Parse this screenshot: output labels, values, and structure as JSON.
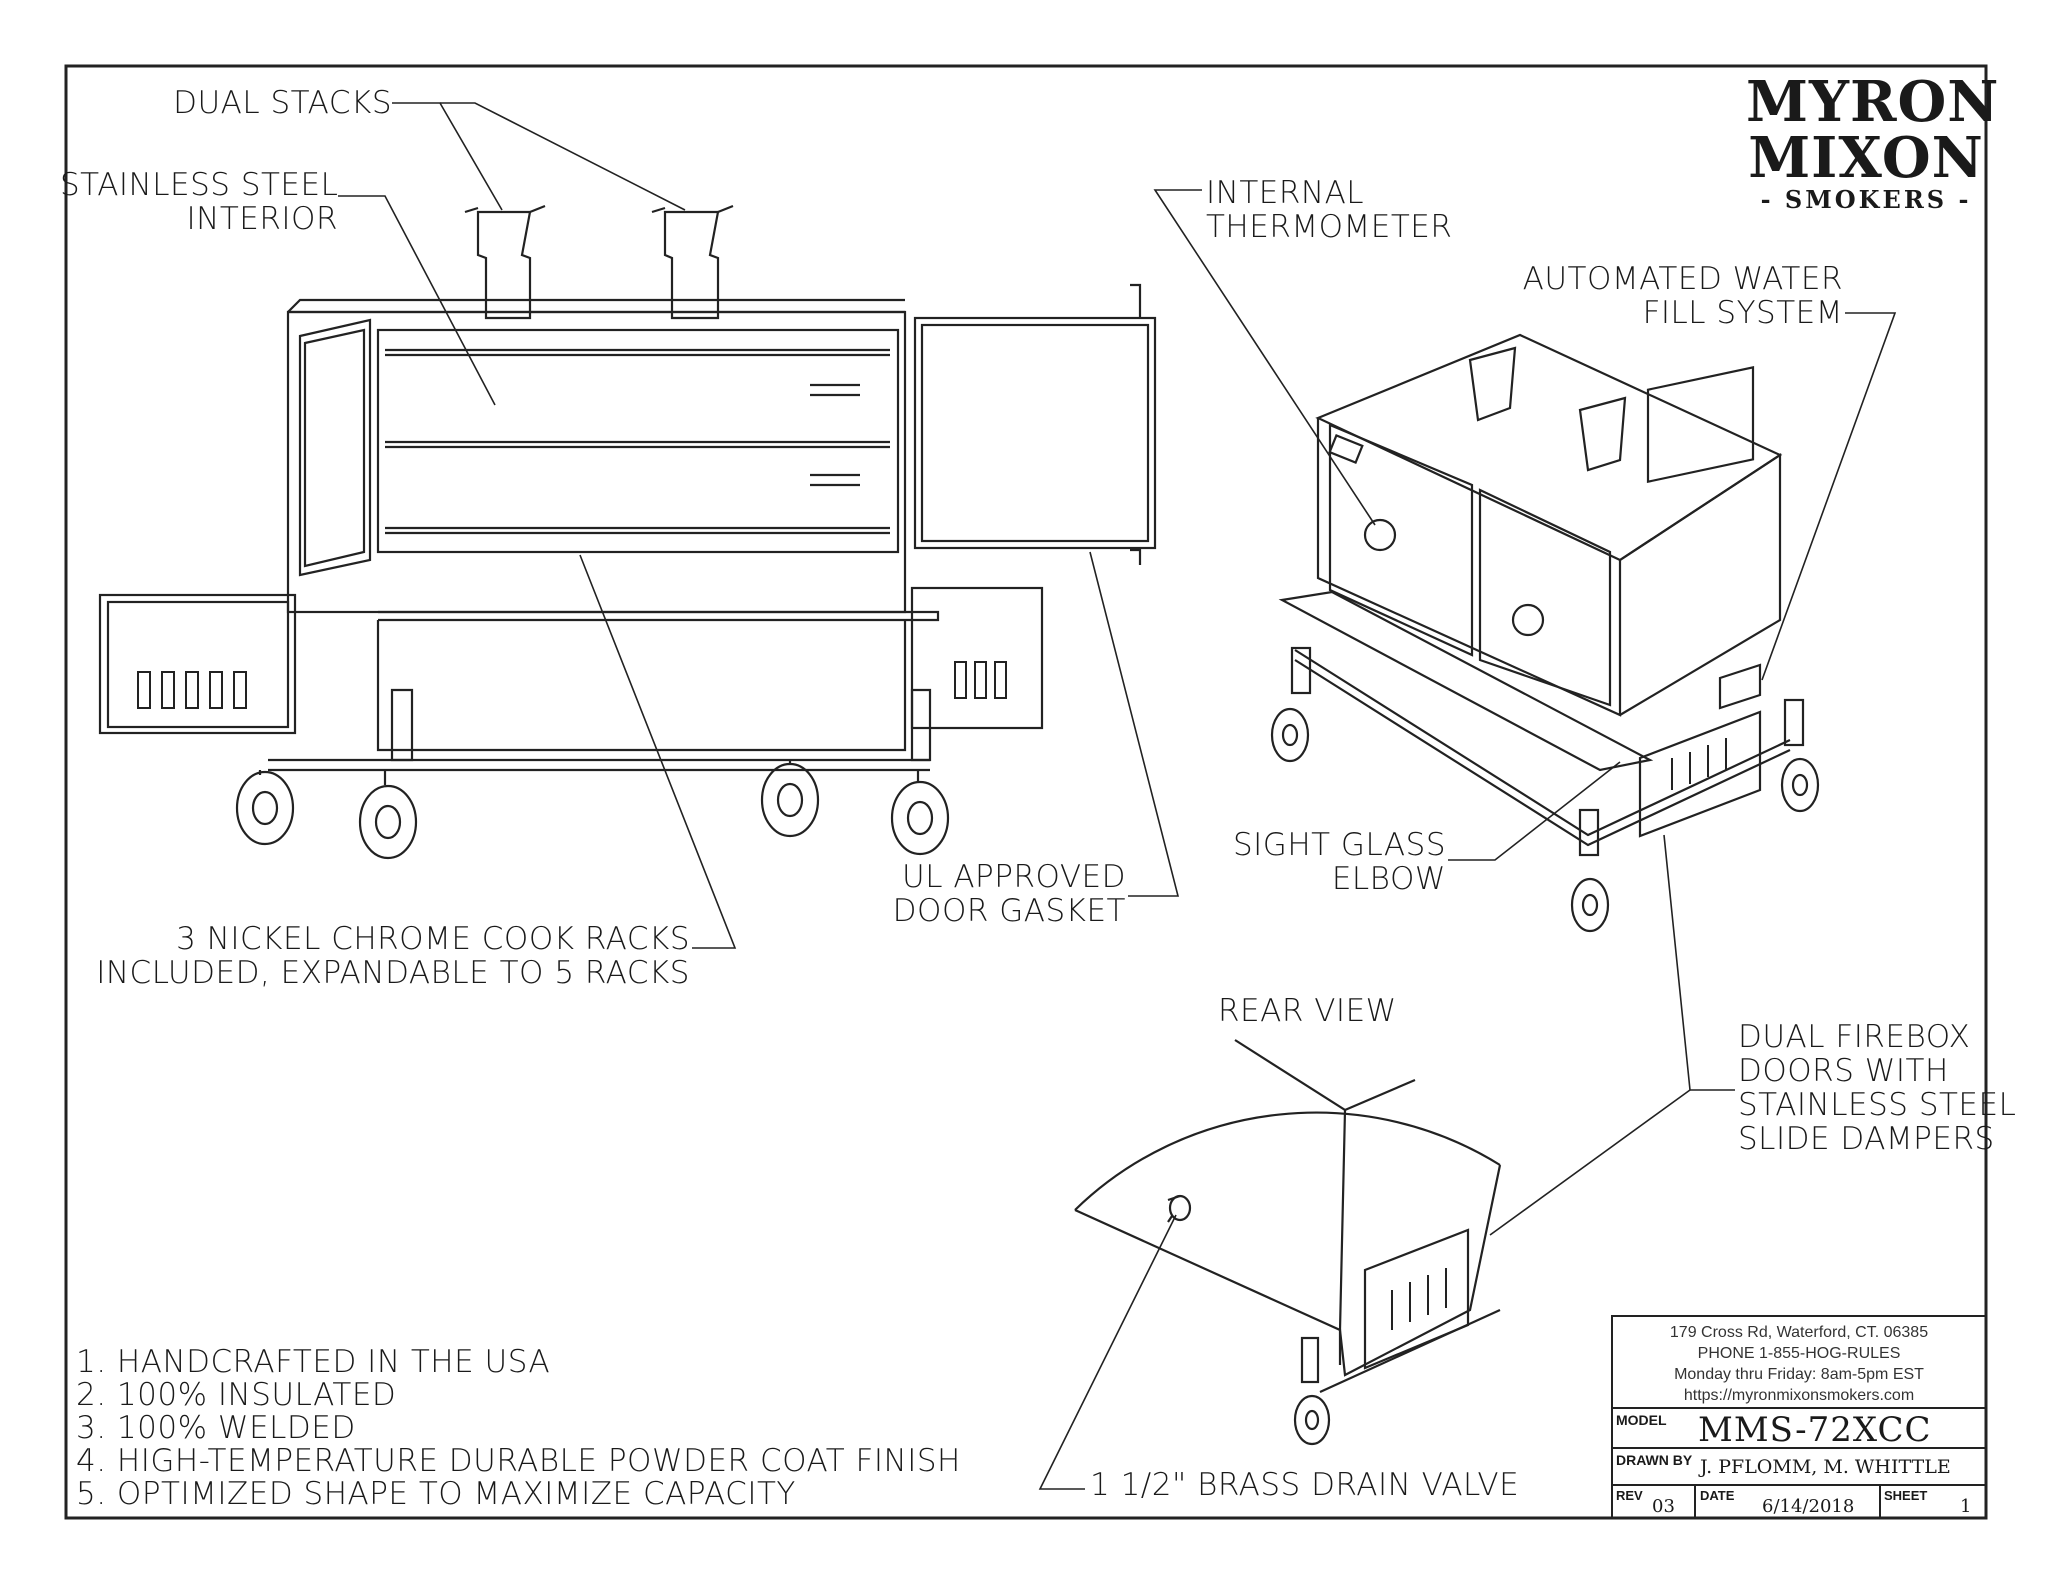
{
  "brand": {
    "line1": "MYRON",
    "line2": "MIXON",
    "line3": "- SMOKERS -"
  },
  "callouts": {
    "dual_stacks": "DUAL STACKS",
    "stainless_1": "STAINLESS STEEL",
    "stainless_2": "INTERIOR",
    "internal_thermo_1": "INTERNAL",
    "internal_thermo_2": "THERMOMETER",
    "water_fill_1": "AUTOMATED WATER",
    "water_fill_2": "FILL SYSTEM",
    "sight_glass_1": "SIGHT GLASS",
    "sight_glass_2": "ELBOW",
    "gasket_1": "UL APPROVED",
    "gasket_2": "DOOR GASKET",
    "racks_1": "3 NICKEL CHROME COOK RACKS",
    "racks_2": "INCLUDED, EXPANDABLE TO 5 RACKS",
    "rear_view": "REAR VIEW",
    "firebox_1": "DUAL FIREBOX",
    "firebox_2": "DOORS WITH",
    "firebox_3": "STAINLESS STEEL",
    "firebox_4": "SLIDE DAMPERS",
    "drain_valve": "1 1/2\" BRASS DRAIN VALVE"
  },
  "features": [
    "1. HANDCRAFTED IN THE USA",
    "2. 100% INSULATED",
    "3. 100% WELDED",
    "4. HIGH-TEMPERATURE DURABLE POWDER COAT FINISH",
    "5. OPTIMIZED SHAPE TO MAXIMIZE CAPACITY"
  ],
  "title_block": {
    "address": "179 Cross Rd, Waterford, CT. 06385",
    "phone": "PHONE 1-855-HOG-RULES",
    "hours": "Monday thru Friday: 8am-5pm EST",
    "website": "https://myronmixonsmokers.com",
    "model_label": "MODEL",
    "model": "MMS-72XCC",
    "drawn_by_label": "DRAWN BY",
    "drawn_by": "J. PFLOMM, M. WHITTLE",
    "rev_label": "REV",
    "rev": "03",
    "date_label": "DATE",
    "date": "6/14/2018",
    "sheet_label": "SHEET",
    "sheet": "1"
  }
}
